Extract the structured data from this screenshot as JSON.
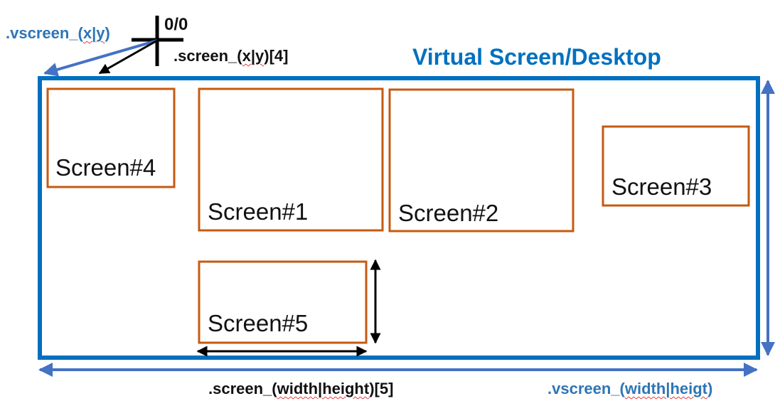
{
  "title": "Virtual Screen/Desktop",
  "origin_label": "0/0",
  "vscreen_xy": {
    "prefix": ".vscreen_(",
    "mark": "x|y",
    "suffix": ")"
  },
  "screen_xy": {
    "prefix": ".screen_(",
    "mark": "x|y",
    "suffix": ")[4]"
  },
  "screen_wh": {
    "prefix": ".screen_(",
    "mark": "width|height",
    "suffix": ")[5]"
  },
  "vscreen_wh": {
    "prefix": ".vscreen_(",
    "mark": "width|heigt",
    "suffix": ")"
  },
  "screens": [
    {
      "id": "screen-4",
      "label": "Screen#4"
    },
    {
      "id": "screen-1",
      "label": "Screen#1"
    },
    {
      "id": "screen-2",
      "label": "Screen#2"
    },
    {
      "id": "screen-3",
      "label": "Screen#3"
    },
    {
      "id": "screen-5",
      "label": "Screen#5"
    }
  ],
  "colors": {
    "virtual_border": "#0070C0",
    "screen_border": "#C55A11",
    "arrow_blue": "#4472C4",
    "arrow_black": "#000000",
    "text_blue": "#2E75B6"
  }
}
